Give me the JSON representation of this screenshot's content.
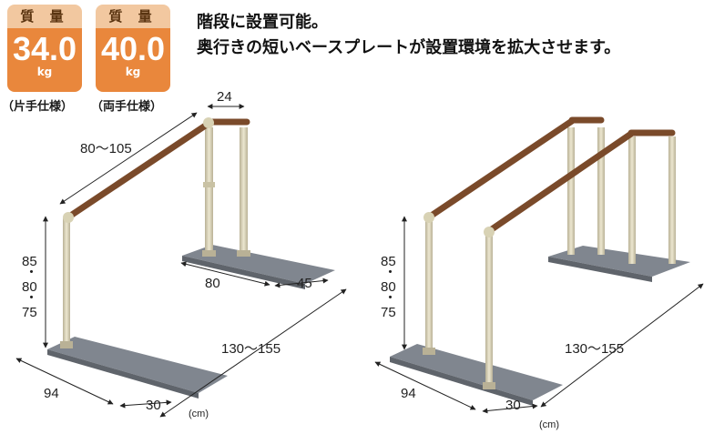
{
  "badges": [
    {
      "caption": "質 量",
      "value": "34.0",
      "unit": "kg",
      "note": "（片手仕様）"
    },
    {
      "caption": "質 量",
      "value": "40.0",
      "unit": "kg",
      "note": "（両手仕様）"
    }
  ],
  "headline": {
    "line1": "階段に設置可能。",
    "line2": "奥行きの短いベースプレートが設置環境を拡大させます。"
  },
  "left_diagram": {
    "handrail_length": "80〜105",
    "top_width": "24",
    "height_85": "85",
    "height_80": "80",
    "height_75": "75",
    "dot": "・",
    "base_length": "94",
    "base_depth": "30",
    "upper_base_length": "80",
    "upper_base_depth": "45",
    "span": "130〜155",
    "unit": "(cm)"
  },
  "right_diagram": {
    "height_85": "85",
    "height_80": "80",
    "height_75": "75",
    "dot": "・",
    "base_length": "94",
    "base_depth": "30",
    "span": "130〜155",
    "unit": "(cm)"
  },
  "colors": {
    "badge_orange": "#e9873c",
    "badge_cap": "#f2c8a0",
    "rail_wood": "#7a4a2a",
    "post": "#d8d2b4",
    "plate": "#7f8590"
  }
}
